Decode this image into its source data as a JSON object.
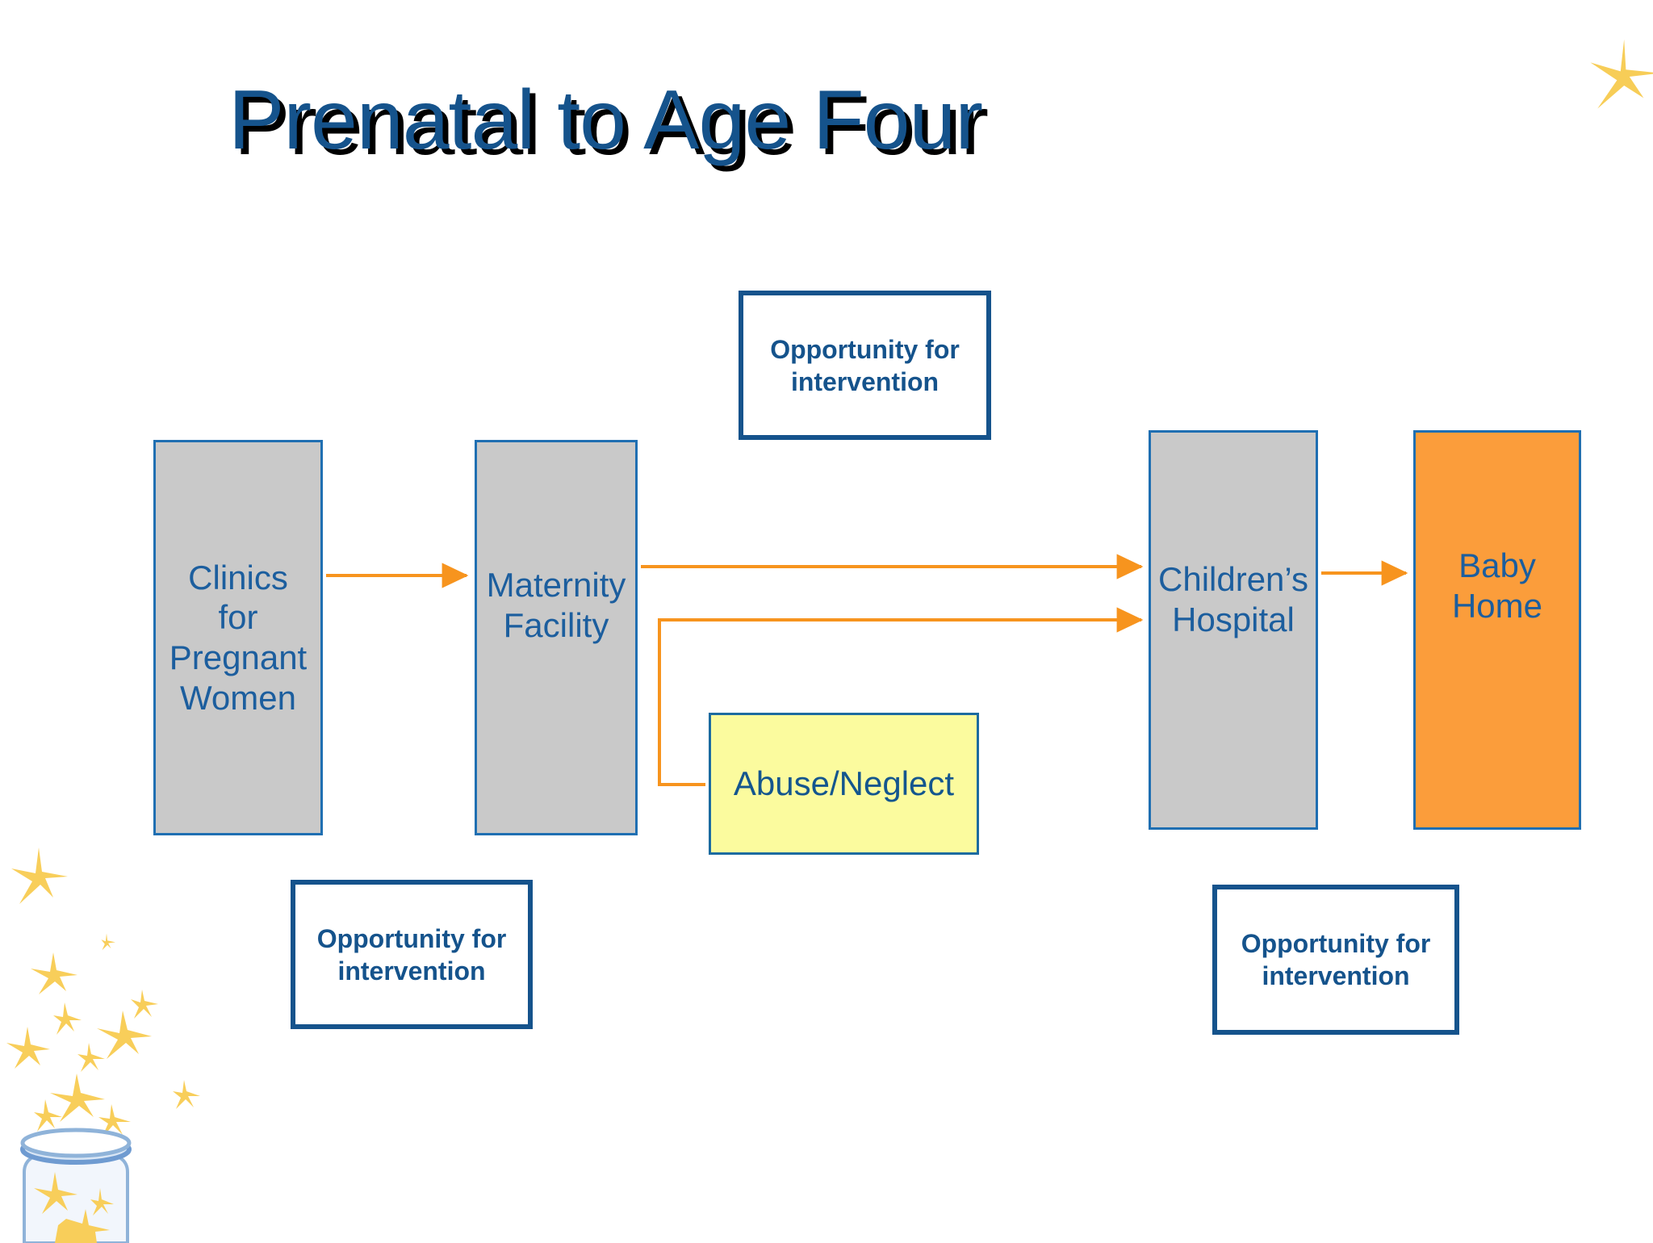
{
  "slide": {
    "title": "Prenatal to Age Four",
    "background_color": "#FFFFFF"
  },
  "colors": {
    "title_blue": "#15538C",
    "title_shadow": "#000000",
    "box_border_blue": "#1F6FB2",
    "box_text_blue": "#1C5E9E",
    "gray_fill": "#C9C9C9",
    "orange_fill": "#FB9D3B",
    "yellow_fill": "#FBFB9E",
    "connector_orange": "#F7941E",
    "callout_border": "#15538C",
    "star_yellow": "#F8CE5A"
  },
  "process_boxes": [
    {
      "id": "clinics",
      "label": "Clinics\nfor\nPregnant\nWomen",
      "fill": "gray",
      "line1": "Clinics",
      "line2": "for",
      "line3": "Pregnant",
      "line4": "Women"
    },
    {
      "id": "maternity",
      "label": "Maternity\nFacility",
      "fill": "gray",
      "line1": "Maternity",
      "line2": "Facility"
    },
    {
      "id": "hospital",
      "label": "Children’s\nHospital",
      "fill": "gray",
      "line1": "Children’s",
      "line2": "Hospital"
    },
    {
      "id": "babyhome",
      "label": "Baby\nHome",
      "fill": "orange",
      "line1": "Baby",
      "line2": "Home"
    }
  ],
  "risk_box": {
    "id": "abuse-neglect",
    "label": "Abuse/Neglect",
    "fill": "yellow"
  },
  "opportunity_boxes": [
    {
      "id": "opportunity-top",
      "line1": "Opportunity for",
      "line2": "intervention",
      "text": "Opportunity for intervention"
    },
    {
      "id": "opportunity-bottom-left",
      "line1": "Opportunity for",
      "line2": "intervention",
      "text": "Opportunity for intervention"
    },
    {
      "id": "opportunity-bottom-right",
      "line1": "Opportunity for",
      "line2": "intervention",
      "text": "Opportunity for intervention"
    }
  ],
  "connectors": [
    {
      "id": "clinics-to-maternity",
      "from": "clinics",
      "to": "maternity",
      "style": "straight-arrow"
    },
    {
      "id": "maternity-to-hospital",
      "from": "maternity",
      "to": "hospital",
      "style": "straight-arrow"
    },
    {
      "id": "abuse-to-hospital",
      "from": "abuse-neglect",
      "to": "hospital",
      "style": "elbow-arrow"
    },
    {
      "id": "hospital-to-babyhome",
      "from": "hospital",
      "to": "babyhome",
      "style": "straight-arrow"
    }
  ],
  "decorations": [
    {
      "id": "star-jar",
      "name": "jar-of-stars-clipart"
    },
    {
      "id": "corner-star",
      "name": "star-icon"
    }
  ]
}
